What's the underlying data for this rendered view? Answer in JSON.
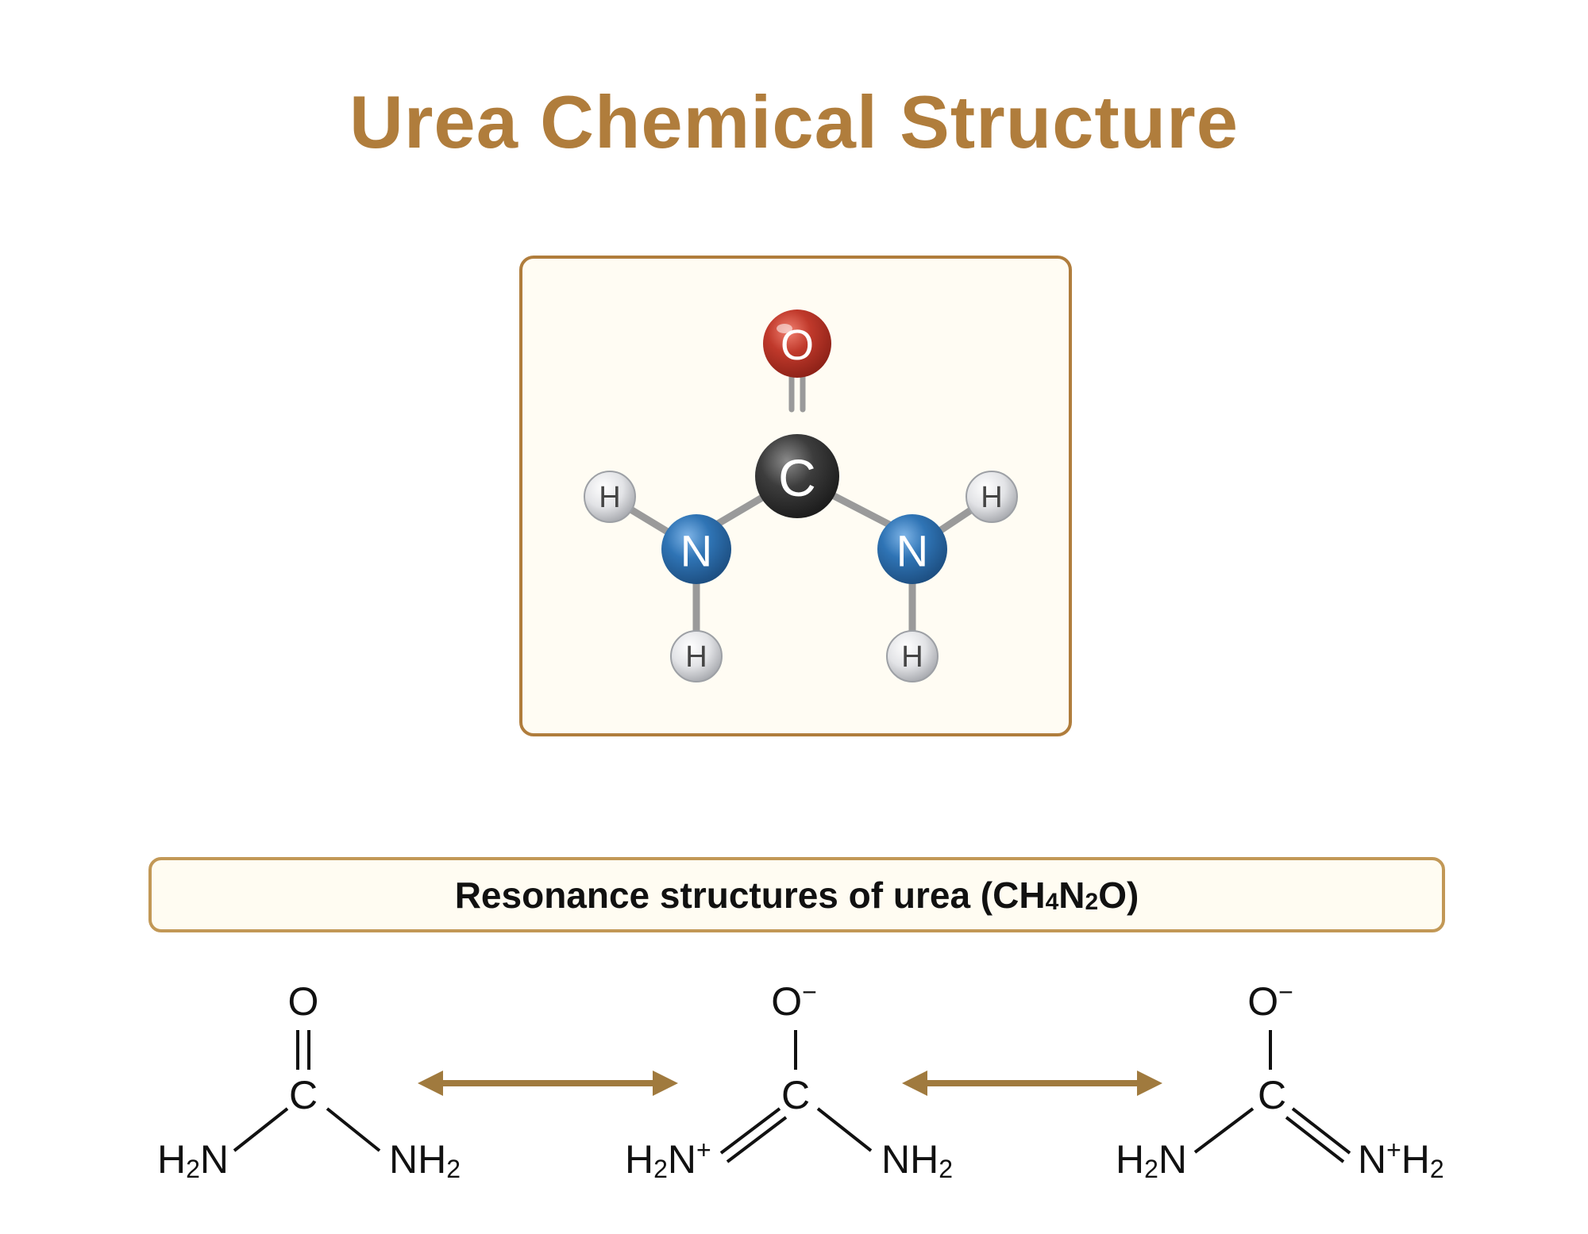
{
  "title": "Urea Chemical Structure",
  "colors": {
    "accent": "#b07d3c",
    "oxygen": "#c0392b",
    "carbon": "#3a3a3a",
    "nitrogen": "#2f74b5",
    "hydrogen": "#dcdde0",
    "bond": "#9a9a9a"
  },
  "model": {
    "atoms": {
      "oxygen": "O",
      "carbon": "C",
      "nitrogen_left": "N",
      "nitrogen_right": "N",
      "hydrogen_left_upper": "H",
      "hydrogen_left_lower": "H",
      "hydrogen_right_upper": "H",
      "hydrogen_right_lower": "H"
    }
  },
  "banner": {
    "prefix": "Resonance structures of urea (CH",
    "sub1": "4",
    "mid": "N",
    "sub2": "2",
    "suffix": "O)"
  },
  "resonance": {
    "structure1": {
      "top": "O",
      "center": "C",
      "left_main": "H",
      "left_sub": "2",
      "left_tail": "N",
      "right_main": "NH",
      "right_sub": "2"
    },
    "structure2": {
      "top": "O",
      "top_charge": "−",
      "center": "C",
      "left_main": "H",
      "left_sub": "2",
      "left_tail": "N",
      "left_charge": "+",
      "right_main": "NH",
      "right_sub": "2"
    },
    "structure3": {
      "top": "O",
      "top_charge": "−",
      "center": "C",
      "left_main": "H",
      "left_sub": "2",
      "left_tail": "N",
      "right_main": "N",
      "right_charge": "+",
      "right_tail": "H",
      "right_sub": "2"
    }
  }
}
